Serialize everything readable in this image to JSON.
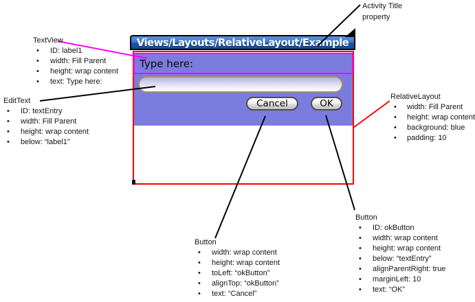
{
  "screenshot": {
    "title": "Views/Layouts/RelativeLayout/Example",
    "textview_label": "Type here:",
    "edittext_value": "",
    "buttons": {
      "cancel": "Cancel",
      "ok": "OK"
    }
  },
  "annotations": {
    "activity_title": {
      "line1": "Activity Title",
      "line2": "property"
    },
    "textview": {
      "title": "TextView",
      "items": [
        "ID: label1",
        "width: Fill Parent",
        "height: wrap content",
        "text: Type here:"
      ]
    },
    "edittext": {
      "title": "EditText",
      "items": [
        "ID: textEntry",
        "width: Fill Parent",
        "height: wrap content",
        "below: “label1”"
      ]
    },
    "relativelayout": {
      "title": "RelativeLayout",
      "items": [
        "width: Fill Parent",
        "height: wrap content",
        "background: blue",
        "padding: 10"
      ]
    },
    "button_cancel": {
      "title": "Button",
      "items": [
        "width: wrap content",
        "height: wrap content",
        "toLeft: “okButton”",
        "alignTop: “okButton”",
        "text: “Cancel”"
      ]
    },
    "button_ok": {
      "title": "Button",
      "items": [
        "ID: okButton",
        "width: wrap content",
        "height: wrap content",
        "below: “textEntry”",
        "alignParentRight: true",
        "marginLeft: 10",
        "text: “OK”"
      ]
    }
  },
  "colors": {
    "annotation_red": "#ff0000",
    "annotation_magenta": "#ff00ff",
    "pointer_black": "#000000",
    "titlebar_blue_top": "#5a93de",
    "titlebar_blue_bottom": "#174b96",
    "panel_purple": "#7c7cdf",
    "edittext_border_tan": "#a8905e",
    "button_border_gray": "#4d4d4d"
  }
}
